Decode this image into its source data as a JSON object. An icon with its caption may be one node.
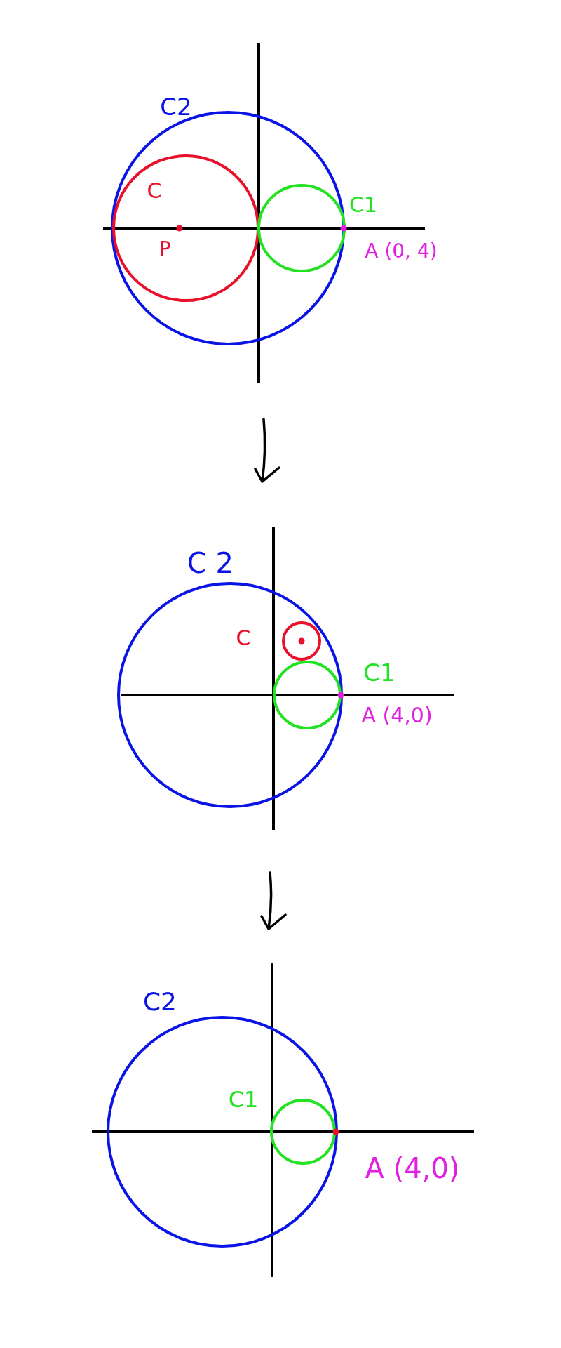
{
  "diagram": {
    "labels": [
      "C2",
      "C",
      "P",
      "C1",
      "A (0, 4)",
      "C 2",
      "C",
      "C1",
      "A (4,0)",
      "C2",
      "C1",
      "A (4,0)"
    ]
  }
}
